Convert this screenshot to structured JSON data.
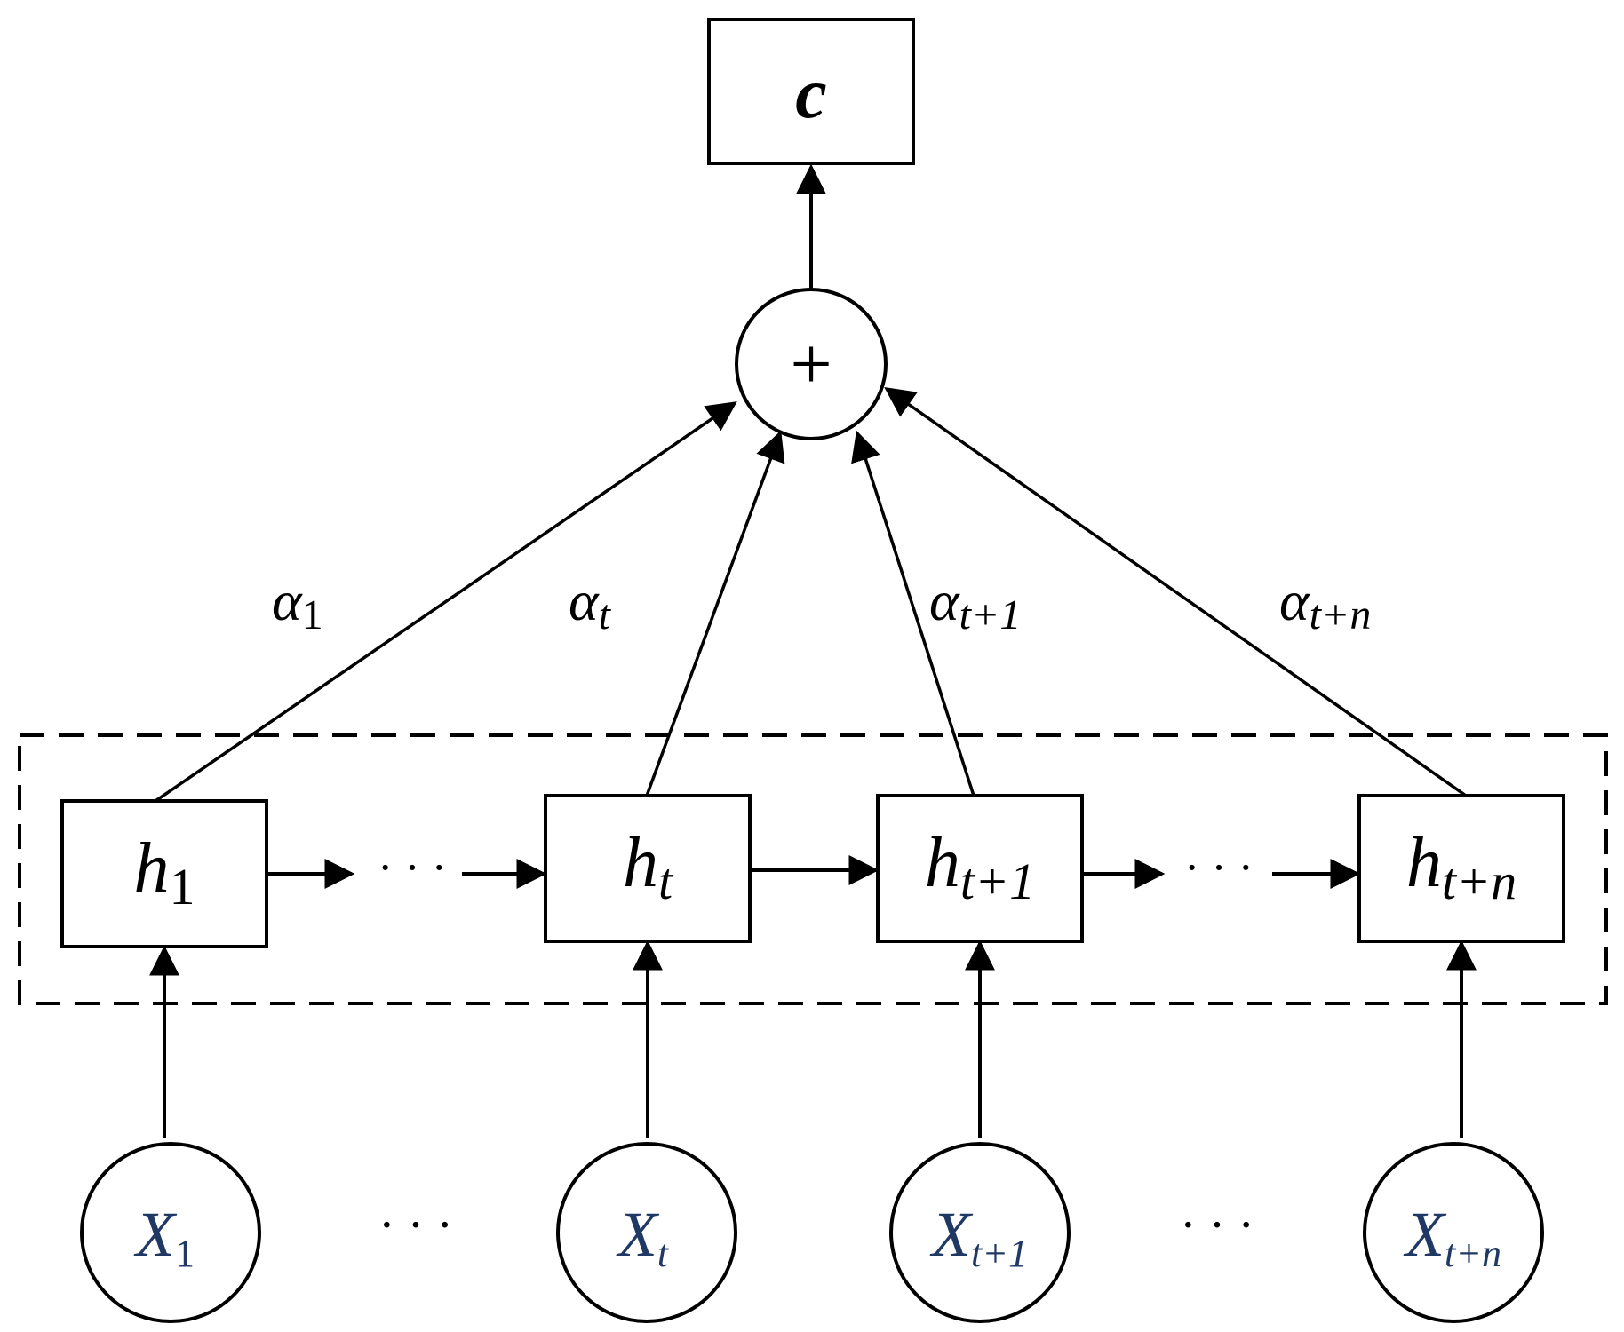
{
  "output": {
    "label": "c"
  },
  "sum": {
    "symbol": "+"
  },
  "weights": [
    {
      "base": "α",
      "sub": "1"
    },
    {
      "base": "α",
      "sub": "t"
    },
    {
      "base": "α",
      "sub": "t+1"
    },
    {
      "base": "α",
      "sub": "t+n"
    }
  ],
  "hidden": [
    {
      "base": "h",
      "sub": "1"
    },
    {
      "base": "h",
      "sub": "t"
    },
    {
      "base": "h",
      "sub": "t+1"
    },
    {
      "base": "h",
      "sub": "t+n"
    }
  ],
  "inputs": [
    {
      "base": "X",
      "sub": "1"
    },
    {
      "base": "X",
      "sub": "t"
    },
    {
      "base": "X",
      "sub": "t+1"
    },
    {
      "base": "X",
      "sub": "t+n"
    }
  ],
  "ellipsis": "· · ·",
  "colors": {
    "stroke": "#000000",
    "input_text": "#1f3864"
  }
}
